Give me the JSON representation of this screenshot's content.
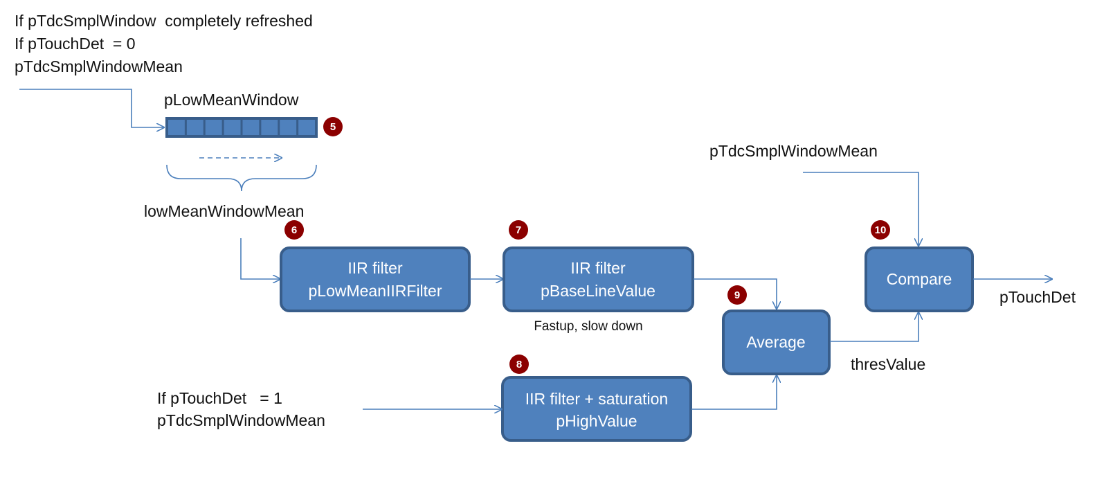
{
  "top_condition": {
    "line1": "If pTdcSmplWindow  completely refreshed",
    "line2": "If pTouchDet  = 0",
    "line3": "pTdcSmplWindowMean"
  },
  "low_mean_window": {
    "title": "pLowMeanWindow",
    "badge": "5",
    "cell_count": 8,
    "output_label": "lowMeanWindowMean"
  },
  "blocks": {
    "low_mean_iir": {
      "badge": "6",
      "line1": "IIR filter",
      "line2": "pLowMeanIIRFilter"
    },
    "baseline_iir": {
      "badge": "7",
      "line1": "IIR filter",
      "line2": "pBaseLineValue",
      "note": "Fastup, slow down"
    },
    "high_iir": {
      "badge": "8",
      "line1": "IIR filter + saturation",
      "line2": "pHighValue"
    },
    "average": {
      "badge": "9",
      "label": "Average",
      "output_label": "thresValue"
    },
    "compare": {
      "badge": "10",
      "label": "Compare",
      "output_label": "pTouchDet"
    }
  },
  "compare_input": {
    "label": "pTdcSmplWindowMean"
  },
  "bottom_condition": {
    "line1": "If pTouchDet   = 1",
    "line2": "pTdcSmplWindowMean"
  },
  "colors": {
    "box_fill": "#4f81bd",
    "box_border": "#385d8a",
    "wire": "#4a7ebb",
    "badge": "#8b0000"
  }
}
